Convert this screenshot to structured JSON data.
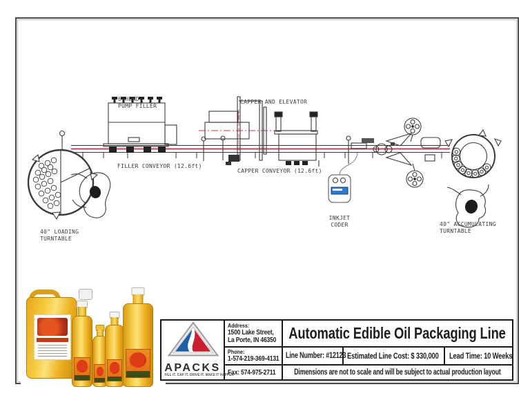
{
  "diagram": {
    "pump_filler": {
      "line1": "6 HEAD",
      "line2": "PUMP FILLER"
    },
    "capper_elevator": "CAPPER AND ELEVATOR",
    "filler_conveyor": "FILLER CONVEYOR (12.6ft)",
    "capper_conveyor": "CAPPER CONVEYOR (12.6ft)",
    "inkjet_coder": {
      "line1": "INKJET",
      "line2": "CODER"
    },
    "loading_turntable": {
      "line1": "40\" LOADING",
      "line2": "TURNTABLE"
    },
    "accumulating_turntable": {
      "line1": "40\" ACCUMULATING",
      "line2": "TURNTABLE"
    }
  },
  "title_block": {
    "company": "APACKS",
    "tagline": "FILL IT. CAP IT. DRIVE IT. MAKE IT HAPPEN",
    "address": {
      "label": "Address:",
      "line1": "1500 Lake Street,",
      "line2": "La Porte, IN 46350"
    },
    "phone": {
      "label": "Phone:",
      "value": "1-574-219-369-4131"
    },
    "fax": {
      "label": "Fax:",
      "value": "574-975-2711"
    },
    "project_title": "Automatic Edible Oil Packaging Line",
    "line_number": "Line Number: #12123",
    "estimated_cost": "Estimated Line Cost:  $ 330,000",
    "lead_time": "Lead Time: 10 Weeks",
    "note": "Dimensions are not to scale and will be subject to actual production layout"
  },
  "colors": {
    "line": "#3a3a3a",
    "centerline_red": "#cc2440",
    "centerline_pink": "#f2aebc",
    "logo_blue": "#1f5fa8",
    "logo_red": "#c8202e",
    "oil_gold": "#f2b827",
    "coder_screen_blue": "#2e7bd6"
  }
}
